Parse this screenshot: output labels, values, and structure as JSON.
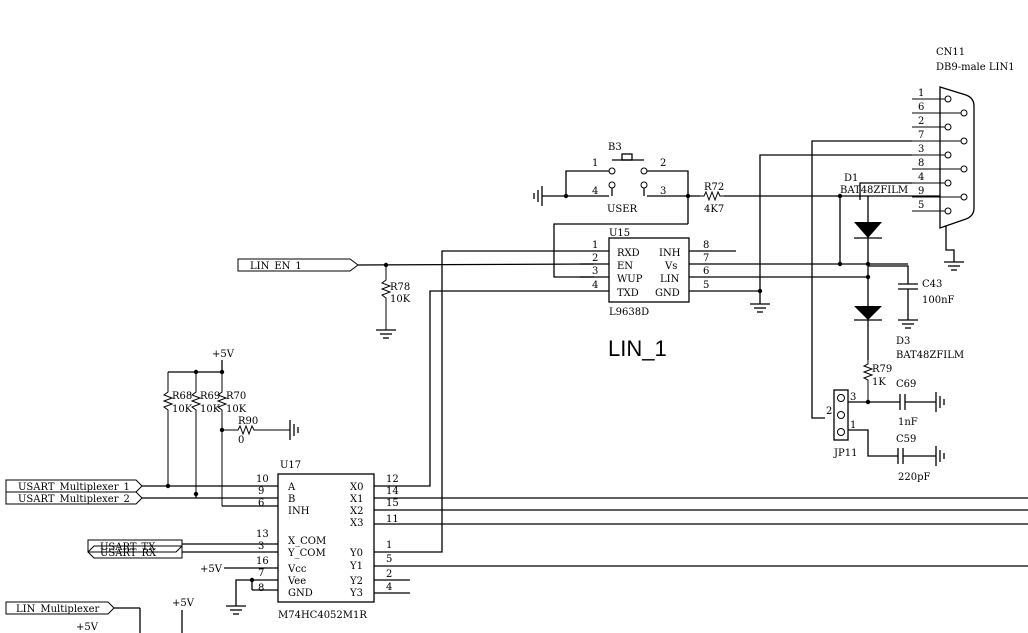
{
  "title": "LIN_1",
  "connector": {
    "ref": "CN11",
    "name": "DB9-male LIN1",
    "pins": [
      "1",
      "6",
      "2",
      "7",
      "3",
      "8",
      "4",
      "9",
      "5"
    ]
  },
  "button": {
    "ref": "B3",
    "name": "USER",
    "pins": [
      "1",
      "2",
      "4",
      "3"
    ]
  },
  "r72": {
    "ref": "R72",
    "value": "4K7"
  },
  "d1": {
    "ref": "D1",
    "part": "BAT48ZFILM"
  },
  "d3": {
    "ref": "D3",
    "part": "BAT48ZFILM"
  },
  "c43": {
    "ref": "C43",
    "value": "100nF"
  },
  "r79": {
    "ref": "R79",
    "value": "1K"
  },
  "c69": {
    "ref": "C69",
    "value": "1nF"
  },
  "c59": {
    "ref": "C59",
    "value": "220pF"
  },
  "jp11": {
    "ref": "JP11",
    "pins": [
      "2",
      "3",
      "1"
    ]
  },
  "u15": {
    "ref": "U15",
    "part": "L9638D",
    "left_pins": [
      {
        "num": "1",
        "name": "RXD"
      },
      {
        "num": "2",
        "name": "EN"
      },
      {
        "num": "3",
        "name": "WUP"
      },
      {
        "num": "4",
        "name": "TXD"
      }
    ],
    "right_pins": [
      {
        "num": "8",
        "name": "INH"
      },
      {
        "num": "7",
        "name": "Vs"
      },
      {
        "num": "6",
        "name": "LIN"
      },
      {
        "num": "5",
        "name": "GND"
      }
    ]
  },
  "lin_en": {
    "label": "LIN_EN_1"
  },
  "r78": {
    "ref": "R78",
    "value": "10K"
  },
  "supply": "+5V",
  "r68": {
    "ref": "R68",
    "value": "10K"
  },
  "r69": {
    "ref": "R69",
    "value": "10K"
  },
  "r70": {
    "ref": "R70",
    "value": "10K"
  },
  "r90": {
    "ref": "R90",
    "value": "0"
  },
  "u17": {
    "ref": "U17",
    "part": "M74HC4052M1R",
    "left_pins": [
      {
        "num": "10",
        "name": "A"
      },
      {
        "num": "9",
        "name": "B"
      },
      {
        "num": "6",
        "name": "INH"
      },
      {
        "num": "13",
        "name": "X_COM"
      },
      {
        "num": "3",
        "name": "Y_COM"
      },
      {
        "num": "16",
        "name": "Vcc"
      },
      {
        "num": "7",
        "name": "Vee"
      },
      {
        "num": "8",
        "name": "GND"
      }
    ],
    "right_pins": [
      {
        "num": "12",
        "name": "X0"
      },
      {
        "num": "14",
        "name": "X1"
      },
      {
        "num": "15",
        "name": "X2"
      },
      {
        "num": "11",
        "name": "X3"
      },
      {
        "num": "1",
        "name": "Y0"
      },
      {
        "num": "5",
        "name": "Y1"
      },
      {
        "num": "2",
        "name": "Y2"
      },
      {
        "num": "4",
        "name": "Y3"
      }
    ]
  },
  "ports": {
    "mux1": "USART_Multiplexer_1",
    "mux2": "USART_Multiplexer_2",
    "tx": "USART_TX",
    "rx": "USART_RX",
    "lin_mux": "LIN_Multiplexer"
  }
}
